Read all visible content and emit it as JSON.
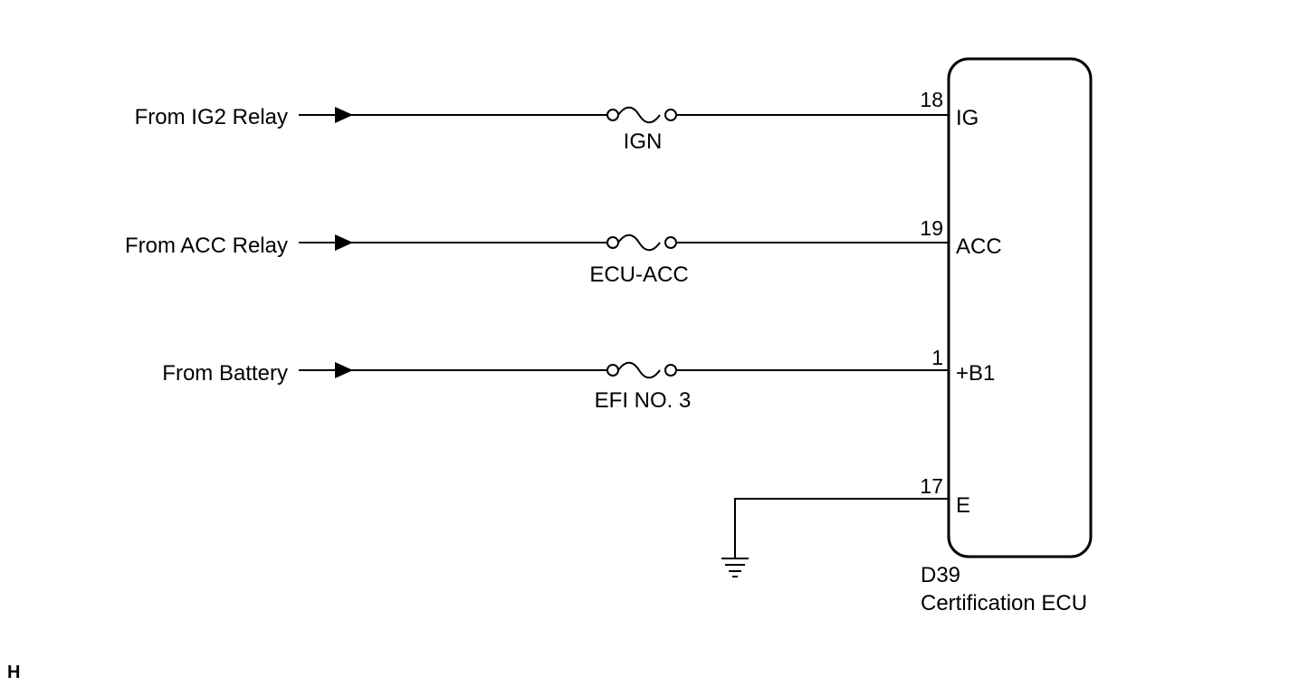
{
  "circuits": [
    {
      "source": "From IG2 Relay",
      "fuse": "IGN",
      "pin_number": "18",
      "pin_name": "IG"
    },
    {
      "source": "From ACC Relay",
      "fuse": "ECU-ACC",
      "pin_number": "19",
      "pin_name": "ACC"
    },
    {
      "source": "From Battery",
      "fuse": "EFI NO. 3",
      "pin_number": "1",
      "pin_name": "+B1"
    }
  ],
  "ground": {
    "pin_number": "17",
    "pin_name": "E"
  },
  "ecu": {
    "connector": "D39",
    "name": "Certification ECU"
  },
  "corner_tag": "H"
}
